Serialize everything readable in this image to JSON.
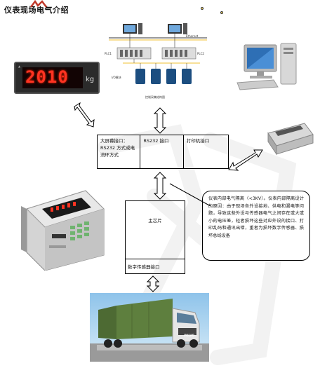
{
  "title": "仪表现场电气介绍",
  "display": {
    "value": "2010",
    "unit": "kg"
  },
  "network": {
    "ethernet_label": "Ethernet",
    "plc1_label": "PLC1",
    "plc2_label": "PLC2",
    "io_label": "I/O模块",
    "caption": "控制采集结构图"
  },
  "interfaces": {
    "screen": "大屏幕接口：RS232 方式或电流环方式",
    "rs232": "RS232 接口",
    "printer": "打印机接口"
  },
  "main_chip": "主芯片",
  "sensor_interface": "数字传感器接口",
  "note": "仪表内部电气隔离（<3KV）。仪表内部隔离设计的原因：由于现场各外设接地、供电和漏电等问题，导致这些外设与传感器电气之间存在或大或小的电压差，轻者损坏这些对应外设的接口、打印乱码和通讯出错，重者为损坏数字传感器、损坏总线设备",
  "truck_brand": "VOLVO",
  "colors": {
    "display_digits": "#ff3322",
    "truck_body": "#5e7f3e",
    "sky": "#8ec3ea"
  }
}
